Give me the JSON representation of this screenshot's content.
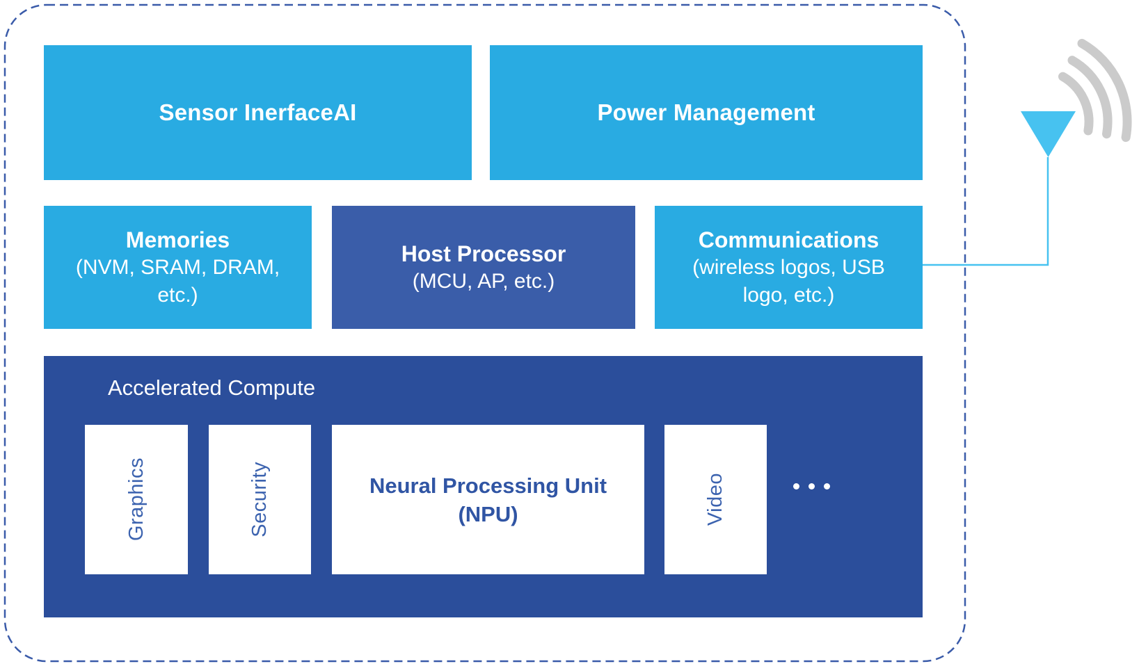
{
  "colors": {
    "light_blue": "#29ABE2",
    "host_processor_blue": "#3A5DA9",
    "accelerated_compute_blue": "#2B4E9B",
    "antenna_cyan": "#47C2F0",
    "wifi_gray": "#CBCBCB",
    "dashed_border_blue": "#3A5BA9",
    "module_label_blue": "#3C63AF",
    "npu_text_blue": "#3055A4"
  },
  "row1": {
    "boxes": [
      {
        "label": "Sensor InerfaceAI"
      },
      {
        "label": "Power Management"
      }
    ]
  },
  "row2": {
    "boxes": [
      {
        "title": "Memories",
        "subtitle_lines": [
          "(NVM, SRAM, DRAM,",
          "etc.)"
        ]
      },
      {
        "title": "Host Processor",
        "subtitle_lines": [
          "(MCU, AP, etc.)"
        ]
      },
      {
        "title": "Communications",
        "subtitle_lines": [
          "(wireless logos, USB",
          "logo, etc.)"
        ]
      }
    ]
  },
  "compute": {
    "label": "Accelerated Compute",
    "modules": {
      "graphics": "Graphics",
      "security": "Security",
      "video": "Video"
    },
    "npu": {
      "line1": "Neural Processing Unit",
      "line2": "(NPU)"
    }
  },
  "icons": {
    "antenna": "antenna-icon",
    "wifi": "wifi-signal-icon",
    "more_modules": "ellipsis-icon"
  }
}
